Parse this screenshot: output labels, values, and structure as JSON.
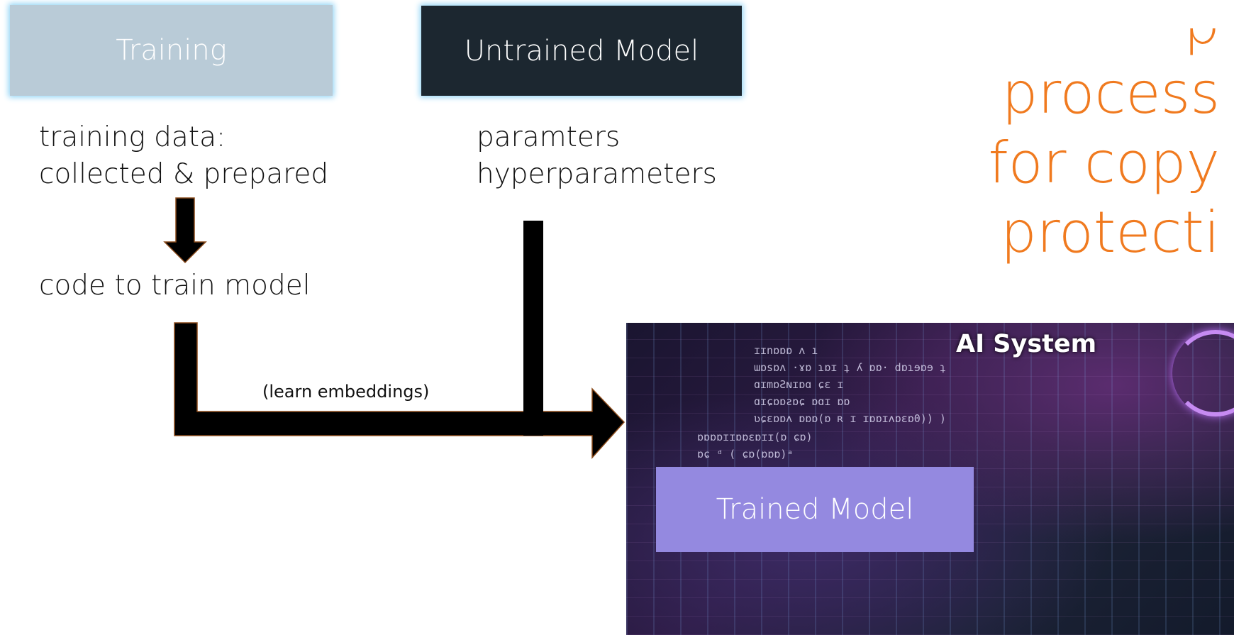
{
  "boxes": {
    "training": "Training",
    "untrained_model": "Untrained Model",
    "trained_model": "Trained Model"
  },
  "left_text": {
    "line1": "training data:",
    "line2": "collected  & prepared",
    "code": "code to train model"
  },
  "middle_text": {
    "line1": "paramters",
    "line2": "hyperparameters"
  },
  "arrow_label": "(learn embeddings)",
  "heading_fragments": [
    "p",
    "process",
    "for copy",
    "protecti"
  ],
  "ai_system": {
    "title": "AI System",
    "code_lines": [
      "ɪɪnɒɒɒ ʌ ı",
      "ɯɒsɒʌ ·ɤɒ ɿɒɪ ʇ ʎ ɒɒ· dɒɿɘɒɘ ʇ",
      "ɑɪmɒƧɴɪɒɑ ɕɛ ɪ",
      "ɑɪɕɒɒƨɒɕ ɒɑɪ ɒɒ",
      "ʋɕɛɒɒʌ ɒɒɒ(ɒ ʀ ɪ ɪɒɒɪʌɒɛɒ0)) )",
      "ɒɒɒɒɪɪɒɒɛɒɪɪ(ɒ ɕɒ)",
      "ɒɕ ᵈ ( ɕɒ(ɒɒɒ)ᵃ"
    ]
  },
  "colors": {
    "training_box": "#b9cbd7",
    "untrained_box": "#1c2730",
    "trained_box": "#9489e0",
    "orange_text": "#f07a1f",
    "arrow_fill": "#000000",
    "arrow_stroke": "#8a4a1a"
  }
}
